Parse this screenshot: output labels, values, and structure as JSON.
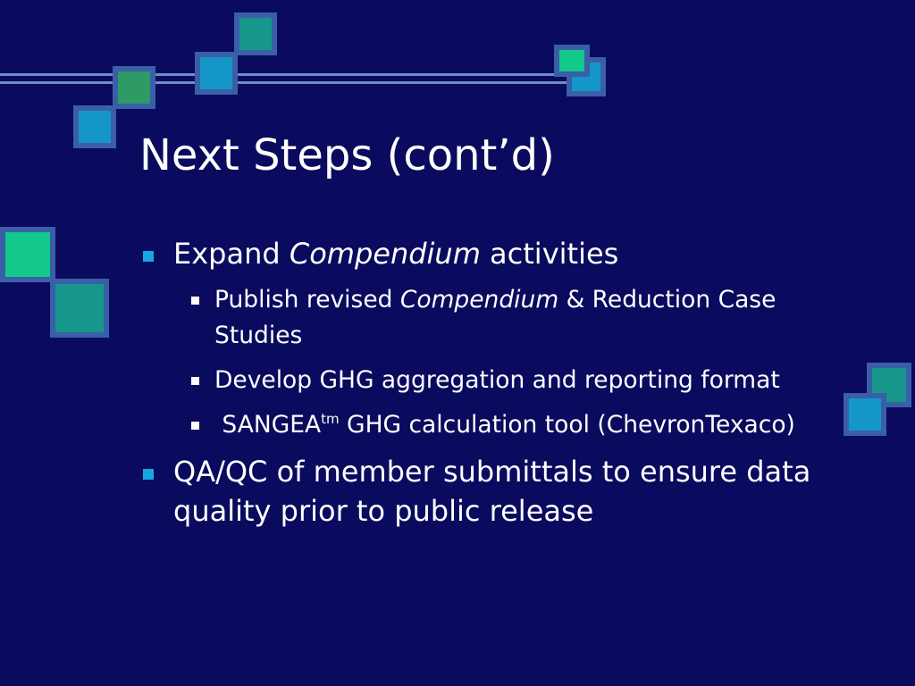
{
  "slide": {
    "title": "Next Steps (cont’d)",
    "bullets": [
      {
        "pre": "Expand ",
        "italic": "Compendium",
        "post": " activities",
        "sub": [
          {
            "pre": "Publish revised ",
            "italic": "Compendium",
            "post": " & Reduction Case Studies"
          },
          {
            "text": "Develop GHG aggregation and reporting format"
          },
          {
            "pre": " SANGEA",
            "sup": "tm",
            "post": " GHG calculation tool (ChevronTexaco)"
          }
        ]
      },
      {
        "text": "QA/QC of member submittals to ensure data quality prior to public release"
      }
    ]
  },
  "colors": {
    "background": "#0a0a5e",
    "bullet_l1": "#18a6e0",
    "bullet_l2": "#ffffff",
    "square_teal": "#17968c",
    "square_blue": "#1596c9",
    "square_green": "#2e9a66",
    "square_mint": "#12c98a",
    "square_border": "#3a5fa8"
  }
}
